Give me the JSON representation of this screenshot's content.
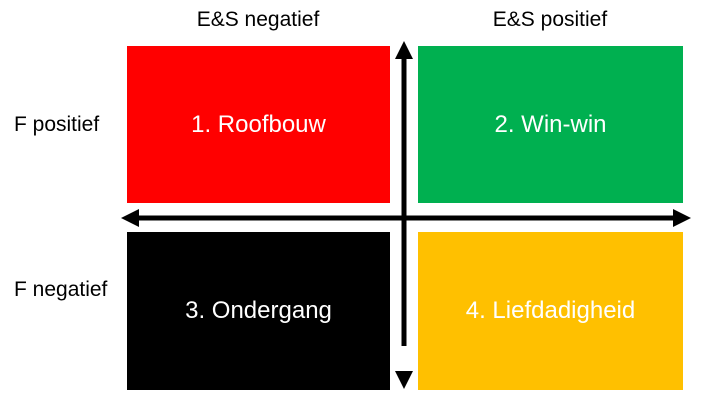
{
  "diagram": {
    "type": "quadrant-matrix",
    "axis_labels": {
      "top_left": "E&S negatief",
      "top_right": "E&S positief",
      "side_top": "F positief",
      "side_bottom": "F negatief"
    },
    "quadrants": [
      {
        "label": "1. Roofbouw",
        "color": "#FF0000"
      },
      {
        "label": "2. Win-win",
        "color": "#00B050"
      },
      {
        "label": "3. Ondergang",
        "color": "#000000"
      },
      {
        "label": "4. Liefdadigheid",
        "color": "#FFC000"
      }
    ],
    "colors": {
      "quadrant_text": "#FFFFFF",
      "axis_arrows": "#000000",
      "background": "#FFFFFF",
      "outer_text": "#000000"
    }
  }
}
